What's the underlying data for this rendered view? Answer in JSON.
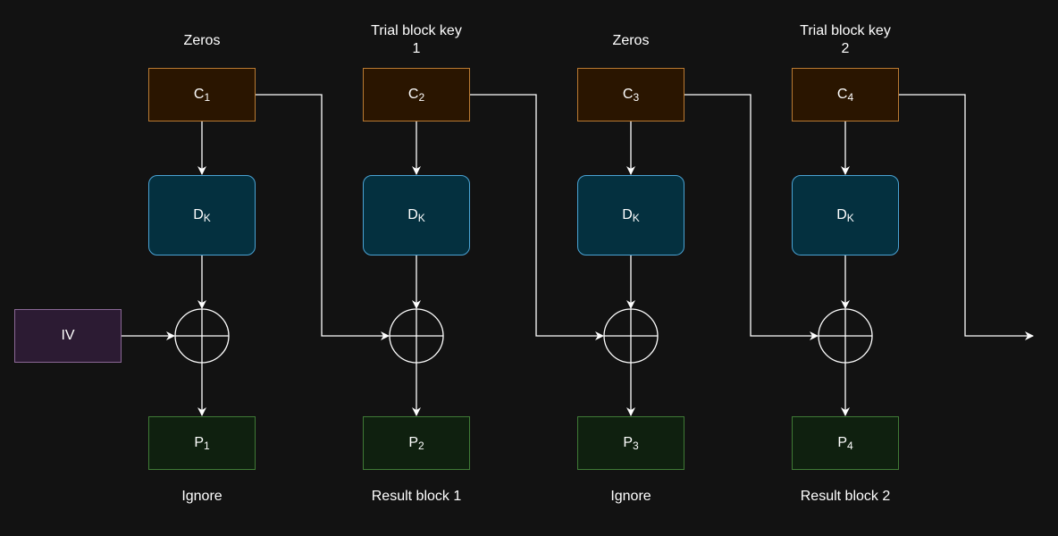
{
  "columns": [
    {
      "top_label": "Zeros",
      "cipher": {
        "letter": "C",
        "sub": "1"
      },
      "decrypt": {
        "letter": "D",
        "sub": "K"
      },
      "plain": {
        "letter": "P",
        "sub": "1"
      },
      "bottom_label": "Ignore"
    },
    {
      "top_label": "Trial block key\n1",
      "cipher": {
        "letter": "C",
        "sub": "2"
      },
      "decrypt": {
        "letter": "D",
        "sub": "K"
      },
      "plain": {
        "letter": "P",
        "sub": "2"
      },
      "bottom_label": "Result block 1"
    },
    {
      "top_label": "Zeros",
      "cipher": {
        "letter": "C",
        "sub": "3"
      },
      "decrypt": {
        "letter": "D",
        "sub": "K"
      },
      "plain": {
        "letter": "P",
        "sub": "3"
      },
      "bottom_label": "Ignore"
    },
    {
      "top_label": "Trial block key\n2",
      "cipher": {
        "letter": "C",
        "sub": "4"
      },
      "decrypt": {
        "letter": "D",
        "sub": "K"
      },
      "plain": {
        "letter": "P",
        "sub": "4"
      },
      "bottom_label": "Result block 2"
    }
  ],
  "iv_label": "IV",
  "colors": {
    "background": "#121212",
    "wire": "#ffffff",
    "cipher_fill": "#2a1500",
    "cipher_border": "#b97a32",
    "decrypt_fill": "#04303f",
    "decrypt_border": "#4aa3d4",
    "plain_fill": "#0f200f",
    "plain_border": "#3f7a36",
    "iv_fill": "#2c1b33",
    "iv_border": "#8b6896"
  }
}
